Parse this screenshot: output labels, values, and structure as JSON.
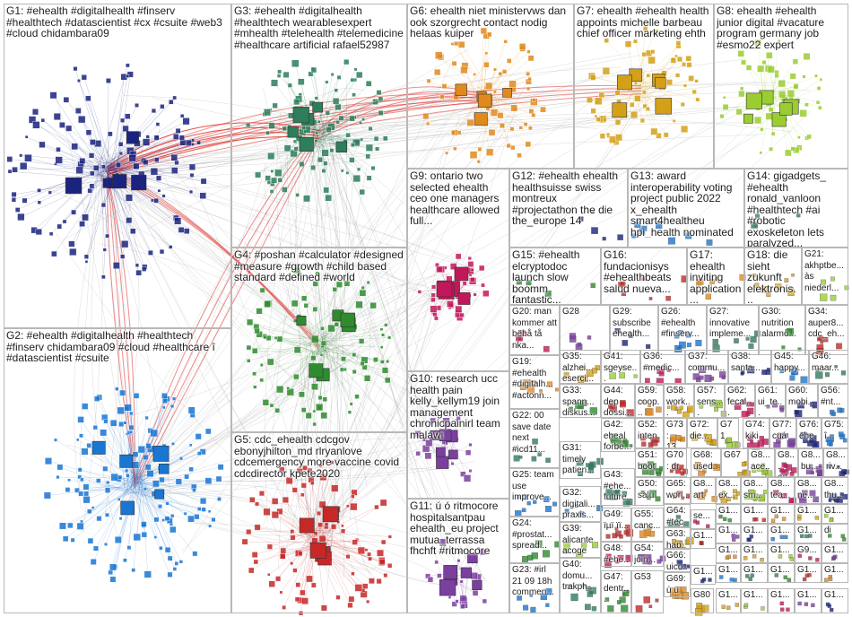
{
  "colors": {
    "background": "#ffffff",
    "cell_border": "#b8b8b8",
    "edge": "#9a9a9a",
    "highlight_edge": "#e0302a",
    "groups": [
      "#1a237e",
      "#1976d2",
      "#2e7d5b",
      "#2e8b2e",
      "#c62828",
      "#e08a1e",
      "#d4a017",
      "#9acd32",
      "#c2185b",
      "#7b3fa0"
    ]
  },
  "groups": [
    {
      "id": "G1",
      "label": "G1: #ehealth #digitalhealth #finserv #healthtech #datascientist #cx #csuite #web3 #cloud chidambara09"
    },
    {
      "id": "G2",
      "label": "G2: #ehealth #digitalhealth #healthtech #finserv chidambara09 #cloud #healthcare î #datascientist #csuite"
    },
    {
      "id": "G3",
      "label": "G3: #ehealth #digitalhealth #healthtech wearablesexpert #mhealth #telehealth #telemedicine #healthcare artificial rafael52987"
    },
    {
      "id": "G4",
      "label": "G4: #poshan #calculator #designed #measure #growth #child based standard #defined #world"
    },
    {
      "id": "G5",
      "label": "G5: cdc_ehealth cdcgov ebonyjhilton_md rlryanlove cdcemergency more vaccine covid cdcdirector kpete2020"
    },
    {
      "id": "G6",
      "label": "G6: ehealth niet ministervws dan ook szorgrecht contact nodig helaas kuiper"
    },
    {
      "id": "G7",
      "label": "G7: ehealth #ehealth health appoints michelle barbeau chief officer marketing ehth"
    },
    {
      "id": "G8",
      "label": "G8: ehealth #ehealth junior digital #vacature program germany job #esmo22 expert"
    },
    {
      "id": "G9",
      "label": "G9: ontario two selected ehealth ceo one managers healthcare allowed full..."
    },
    {
      "id": "G10",
      "label": "G10: research ucc health pain kelly_kellym19 join management chronicpainirl team malawi"
    },
    {
      "id": "G11",
      "label": "G11: ú ó ritmocore hospitalsantpau ehealth_eu project mutua_terrassa fhchft #ritmocore"
    },
    {
      "id": "G12",
      "label": "G12: #ehealth ehealth healthsuisse swiss montreux #projectathon the die the_europe 14"
    },
    {
      "id": "G13",
      "label": "G13: award interoperability voting project public 2022 x_ehealth smart4healtheu hpi_health nominated"
    },
    {
      "id": "G14",
      "label": "G14: gigadgets_ #ehealth ronald_vanloon #healthtech #ai #robotic exoskeleton lets paralyzed..."
    },
    {
      "id": "G15",
      "label": "G15: #ehealth elcryptodoc launch slow boomm fantastic..."
    },
    {
      "id": "G16",
      "label": "G16: fundacionisys #ehealthbeats salud nueva..."
    },
    {
      "id": "G17",
      "label": "G17: ehealth inviting application..."
    },
    {
      "id": "G18",
      "label": "G18: die sieht zukunft elektronis..."
    },
    {
      "id": "G21",
      "label": "G21: akhptbe... às niederl..."
    },
    {
      "id": "G20",
      "label": "G20: man kommer att bëhå tå nka..."
    },
    {
      "id": "G28",
      "label": "G28"
    },
    {
      "id": "G29",
      "label": "G29: subscribe ehealth..."
    },
    {
      "id": "G26",
      "label": "G26: #ehealth #finserv..."
    },
    {
      "id": "G27",
      "label": "G27: innovative impleme..."
    },
    {
      "id": "G30",
      "label": "G30: nutrition alarmo..."
    },
    {
      "id": "G34",
      "label": "G34: auper8... cdc_eh..."
    },
    {
      "id": "G19",
      "label": "G19: #ehealth #digitalh... #actonn..."
    },
    {
      "id": "G35",
      "label": "G35: alzhei... eserci..."
    },
    {
      "id": "G41",
      "label": "G41: sgeyse..."
    },
    {
      "id": "G36",
      "label": "G36: #medic..."
    },
    {
      "id": "G37",
      "label": "G37: commu..."
    },
    {
      "id": "G38",
      "label": "G38: santa..."
    },
    {
      "id": "G45",
      "label": "G45: happy..."
    },
    {
      "id": "G46",
      "label": "G46: maar..."
    },
    {
      "id": "G22",
      "label": "G22: 00 save date next #icd11..."
    },
    {
      "id": "G33",
      "label": "G33: spann... diskus..."
    },
    {
      "id": "G44",
      "label": "G44: dep dossi..."
    },
    {
      "id": "G59",
      "label": "G59: coop..."
    },
    {
      "id": "G58",
      "label": "G58: work..."
    },
    {
      "id": "G57",
      "label": "G57: sens..."
    },
    {
      "id": "G62",
      "label": "G62: fecal..."
    },
    {
      "id": "G61",
      "label": "G61: ui_te..."
    },
    {
      "id": "G60",
      "label": "G60: mobi..."
    },
    {
      "id": "G56",
      "label": "G56: #nt..."
    },
    {
      "id": "G42",
      "label": "G42: eheal forbe..."
    },
    {
      "id": "G52",
      "label": "G52: inten..."
    },
    {
      "id": "G73",
      "label": "G73: 13..."
    },
    {
      "id": "G72",
      "label": "G72: die..."
    },
    {
      "id": "G71",
      "label": "G71"
    },
    {
      "id": "G74",
      "label": "G74: kiki"
    },
    {
      "id": "G77",
      "label": "G77: cuá"
    },
    {
      "id": "G76",
      "label": "G76: ehe..."
    },
    {
      "id": "G75",
      "label": "G75: î..."
    },
    {
      "id": "G31",
      "label": "G31: timely patien..."
    },
    {
      "id": "G51",
      "label": "G51: boot"
    },
    {
      "id": "G70",
      "label": "G70: dr"
    },
    {
      "id": "G68",
      "label": "G68: used..."
    },
    {
      "id": "G67",
      "label": "G67"
    },
    {
      "id": "G8x1",
      "label": "G8... ace..."
    },
    {
      "id": "G8x2",
      "label": "G8... ad..."
    },
    {
      "id": "G8x3",
      "label": "G8... bu..."
    },
    {
      "id": "G8x4",
      "label": "G8... riv..."
    },
    {
      "id": "G25",
      "label": "G25: team use improve..."
    },
    {
      "id": "G43",
      "label": "G43: #ehe... future..."
    },
    {
      "id": "G50",
      "label": "G50: salu"
    },
    {
      "id": "G65",
      "label": "G65: worl..."
    },
    {
      "id": "G8x5",
      "label": "G8... art"
    },
    {
      "id": "G8x6",
      "label": "G8... ex..."
    },
    {
      "id": "G8x7",
      "label": "G8... sm..."
    },
    {
      "id": "G8x8",
      "label": "G8... tea..."
    },
    {
      "id": "G8x9",
      "label": "G8... ne..."
    },
    {
      "id": "G8x10",
      "label": "G8... thu..."
    },
    {
      "id": "G32",
      "label": "G32: digitali... praxis..."
    },
    {
      "id": "G64",
      "label": "G64: #tec..."
    },
    {
      "id": "G24",
      "label": "G24: #prostat... spread..."
    },
    {
      "id": "G49",
      "label": "G49: ïµï ïï..."
    },
    {
      "id": "G55",
      "label": "G55: canc..."
    },
    {
      "id": "G63",
      "label": "G63: hap..."
    },
    {
      "id": "G39",
      "label": "G39: alicante acoge"
    },
    {
      "id": "G48",
      "label": "G48: #ehe..."
    },
    {
      "id": "G54",
      "label": "G54: join..."
    },
    {
      "id": "G66",
      "label": "G66: uico..."
    },
    {
      "id": "G23",
      "label": "G23: #irl 21 09 18h commen..."
    },
    {
      "id": "G40",
      "label": "G40: domu... trakph..."
    },
    {
      "id": "G47",
      "label": "G47: dentr..."
    },
    {
      "id": "G53",
      "label": "G53"
    },
    {
      "id": "G69",
      "label": "G69: ù ü"
    },
    {
      "id": "G80",
      "label": "G80"
    }
  ],
  "small_cell_labels": [
    "G1...",
    "G1...",
    "G1...",
    "G1...",
    "G1...",
    "se...",
    "G1...",
    "G1...",
    "G1...",
    "G1...",
    "di",
    "G1...",
    "G1...",
    "G1...",
    "G1...",
    "G9...",
    "G1...",
    "G1...",
    "G1...",
    "G1...",
    "G1...",
    "G1...",
    "G1...",
    "G1...",
    "G1...",
    "G1...",
    "G1...",
    "G1..."
  ]
}
